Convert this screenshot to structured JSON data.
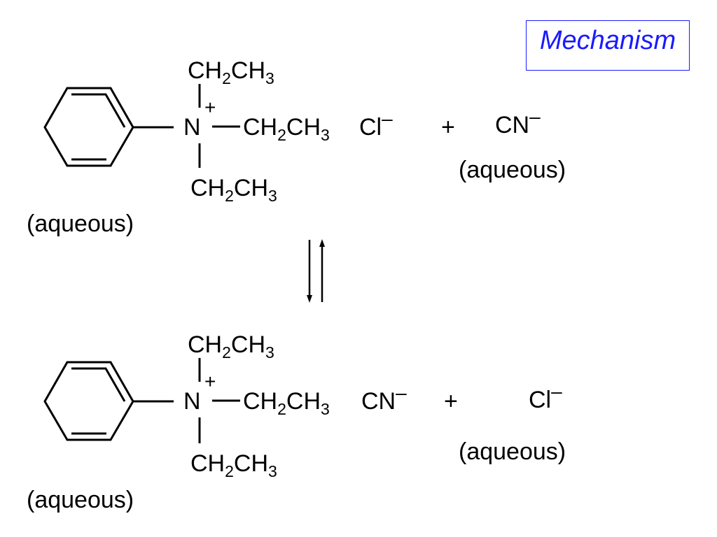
{
  "title": "Mechanism",
  "colors": {
    "title": "#1a1aff",
    "ink": "#000000",
    "background": "#ffffff"
  },
  "reactants": {
    "salt": {
      "top_ethyl": {
        "a": "CH",
        "a_sub": "2",
        "b": "CH",
        "b_sub": "3"
      },
      "nitrogen": "N",
      "charge": "+",
      "right_ethyl": {
        "a": "CH",
        "a_sub": "2",
        "b": "CH",
        "b_sub": "3"
      },
      "bottom_ethyl": {
        "a": "CH",
        "a_sub": "2",
        "b": "CH",
        "b_sub": "3"
      },
      "counterion": {
        "symbol": "Cl",
        "charge": "–"
      },
      "phase": "(aqueous)"
    },
    "plus": "+",
    "reagent": {
      "symbol": "CN",
      "charge": "–",
      "phase": "(aqueous)"
    }
  },
  "equilibrium_icon": "equilibrium-arrows-icon",
  "products": {
    "salt": {
      "top_ethyl": {
        "a": "CH",
        "a_sub": "2",
        "b": "CH",
        "b_sub": "3"
      },
      "nitrogen": "N",
      "charge": "+",
      "right_ethyl": {
        "a": "CH",
        "a_sub": "2",
        "b": "CH",
        "b_sub": "3"
      },
      "bottom_ethyl": {
        "a": "CH",
        "a_sub": "2",
        "b": "CH",
        "b_sub": "3"
      },
      "counterion": {
        "symbol": "CN",
        "charge": "–"
      },
      "phase": "(aqueous)"
    },
    "plus": "+",
    "byproduct": {
      "symbol": "Cl",
      "charge": "–",
      "phase": "(aqueous)"
    }
  }
}
